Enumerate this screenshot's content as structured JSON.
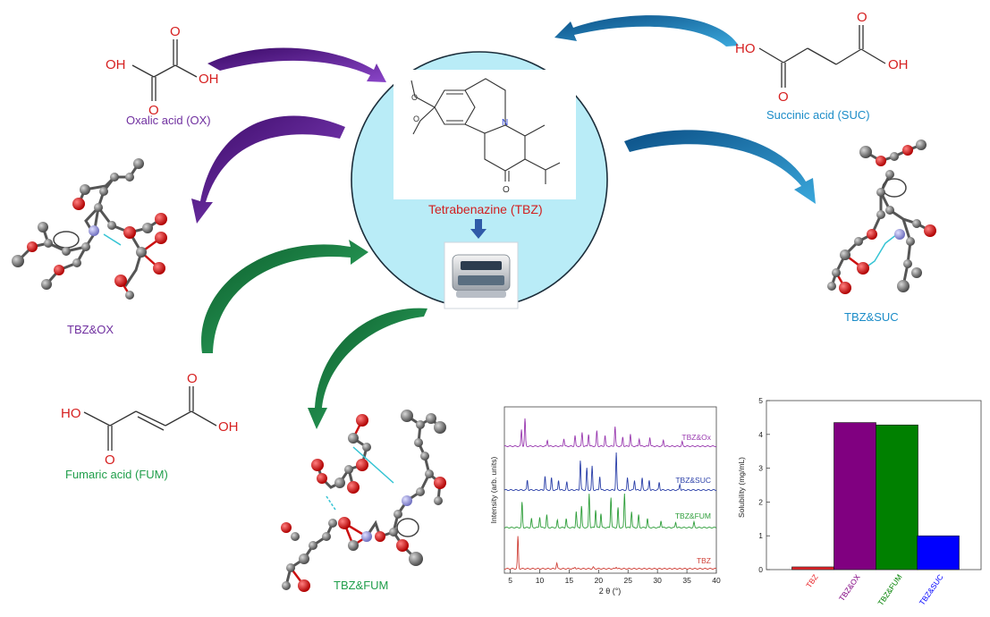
{
  "labels": {
    "oxalic": "Oxalic acid (OX)",
    "succinic": "Succinic acid (SUC)",
    "fumaric": "Fumaric acid (FUM)",
    "tbz": "Tetrabenazine (TBZ)",
    "tbz_ox": "TBZ&OX",
    "tbz_suc": "TBZ&SUC",
    "tbz_fum": "TBZ&FUM"
  },
  "atoms": {
    "oh": "OH",
    "ho": "HO",
    "o": "O",
    "n": "N"
  },
  "colors": {
    "ox": "#7030a0",
    "suc": "#1b8cc8",
    "fum": "#1f9e4a",
    "tbz": "#d11f1f",
    "circle_fill": "#b9ecf7",
    "oxygen": "#d62020",
    "pxrd_tbz": "#d0433a",
    "pxrd_fum": "#2e9e3a",
    "pxrd_suc": "#2a3fa8",
    "pxrd_ox": "#9a3bb0"
  },
  "chart_data": [
    {
      "type": "line",
      "xlabel": "2 θ (°)",
      "ylabel": "Intensity (arb. units)",
      "xlim": [
        4,
        40
      ],
      "x_ticks": [
        "5",
        "10",
        "15",
        "20",
        "25",
        "30",
        "35",
        "40"
      ],
      "y_ticks_shown": false,
      "series": [
        {
          "name": "TBZ",
          "peaks": [
            [
              6.3,
              1.0
            ],
            [
              12.9,
              0.18
            ],
            [
              16.0,
              0.05
            ],
            [
              19.1,
              0.05
            ],
            [
              23.0,
              0.06
            ]
          ]
        },
        {
          "name": "TBZ&FUM",
          "peaks": [
            [
              7.0,
              0.7
            ],
            [
              8.6,
              0.25
            ],
            [
              10.0,
              0.3
            ],
            [
              11.2,
              0.35
            ],
            [
              13.0,
              0.2
            ],
            [
              14.5,
              0.25
            ],
            [
              16.2,
              0.45
            ],
            [
              17.1,
              0.6
            ],
            [
              18.4,
              0.95
            ],
            [
              19.5,
              0.5
            ],
            [
              20.4,
              0.4
            ],
            [
              22.1,
              0.85
            ],
            [
              23.3,
              0.55
            ],
            [
              24.4,
              0.95
            ],
            [
              25.6,
              0.45
            ],
            [
              26.8,
              0.35
            ],
            [
              28.3,
              0.25
            ],
            [
              30.6,
              0.2
            ],
            [
              33.1,
              0.15
            ],
            [
              36.2,
              0.15
            ]
          ]
        },
        {
          "name": "TBZ&SUC",
          "peaks": [
            [
              7.9,
              0.25
            ],
            [
              10.9,
              0.35
            ],
            [
              12.0,
              0.3
            ],
            [
              13.2,
              0.25
            ],
            [
              14.6,
              0.2
            ],
            [
              16.9,
              0.75
            ],
            [
              18.0,
              0.55
            ],
            [
              18.9,
              0.6
            ],
            [
              20.2,
              0.35
            ],
            [
              23.0,
              0.95
            ],
            [
              24.9,
              0.3
            ],
            [
              26.1,
              0.25
            ],
            [
              27.4,
              0.3
            ],
            [
              28.6,
              0.25
            ],
            [
              30.3,
              0.2
            ],
            [
              33.8,
              0.15
            ]
          ]
        },
        {
          "name": "TBZ&Ox",
          "peaks": [
            [
              6.9,
              0.55
            ],
            [
              7.5,
              0.9
            ],
            [
              11.3,
              0.2
            ],
            [
              14.1,
              0.25
            ],
            [
              16.0,
              0.35
            ],
            [
              17.2,
              0.45
            ],
            [
              18.3,
              0.4
            ],
            [
              19.7,
              0.5
            ],
            [
              21.1,
              0.35
            ],
            [
              22.8,
              0.65
            ],
            [
              24.1,
              0.3
            ],
            [
              25.4,
              0.4
            ],
            [
              26.9,
              0.25
            ],
            [
              28.7,
              0.3
            ],
            [
              31.0,
              0.2
            ],
            [
              34.2,
              0.15
            ]
          ]
        }
      ]
    },
    {
      "type": "bar",
      "ylabel": "Solubility (mg/mL)",
      "ylim": [
        0,
        5
      ],
      "y_ticks": [
        "0",
        "1",
        "2",
        "3",
        "4",
        "5"
      ],
      "categories": [
        "TBZ",
        "TBZ&OX",
        "TBZ&FUM",
        "TBZ&SUC"
      ],
      "values": [
        0.08,
        4.35,
        4.28,
        1.0
      ],
      "colors": [
        "#e8252a",
        "#800080",
        "#008000",
        "#0000ff"
      ]
    }
  ]
}
